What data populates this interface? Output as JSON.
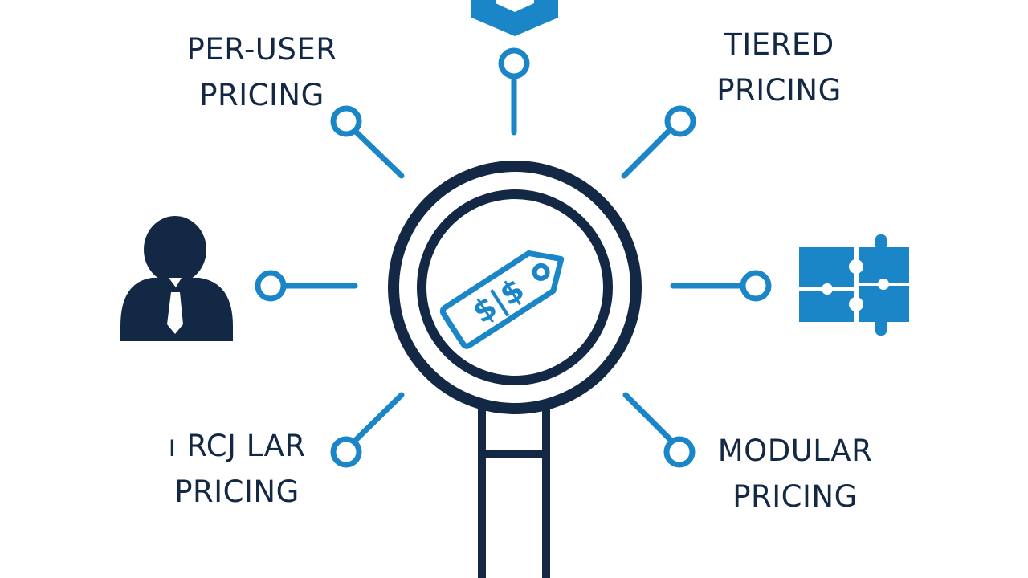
{
  "labels": {
    "per_user": {
      "line1": "PER-USER",
      "line2": "PRICING"
    },
    "tiered": {
      "line1": "TIERED",
      "line2": "PRICING"
    },
    "regular": {
      "line1": "ı RCJ LAR",
      "line2": "PRICING"
    },
    "modular": {
      "line1": "MODULAR",
      "line2": "PRICING"
    }
  },
  "center": {
    "tag_text": "$|$"
  },
  "colors": {
    "accent_blue": "#1a86c8",
    "navy": "#132845",
    "background": "#ffffff"
  },
  "icons": [
    "user-icon",
    "puzzle-icon",
    "hexagon-icon",
    "magnifying-glass-icon",
    "price-tag-icon"
  ]
}
